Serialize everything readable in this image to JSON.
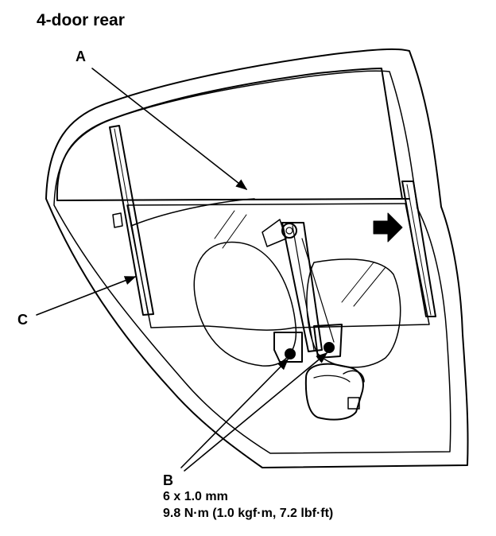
{
  "title": "4-door rear",
  "callouts": {
    "a": "A",
    "b": "B",
    "c": "C"
  },
  "spec": {
    "bolt_size": "6 x 1.0 mm",
    "torque": "9.8 N·m (1.0 kgf·m, 7.2 lbf·ft)"
  }
}
